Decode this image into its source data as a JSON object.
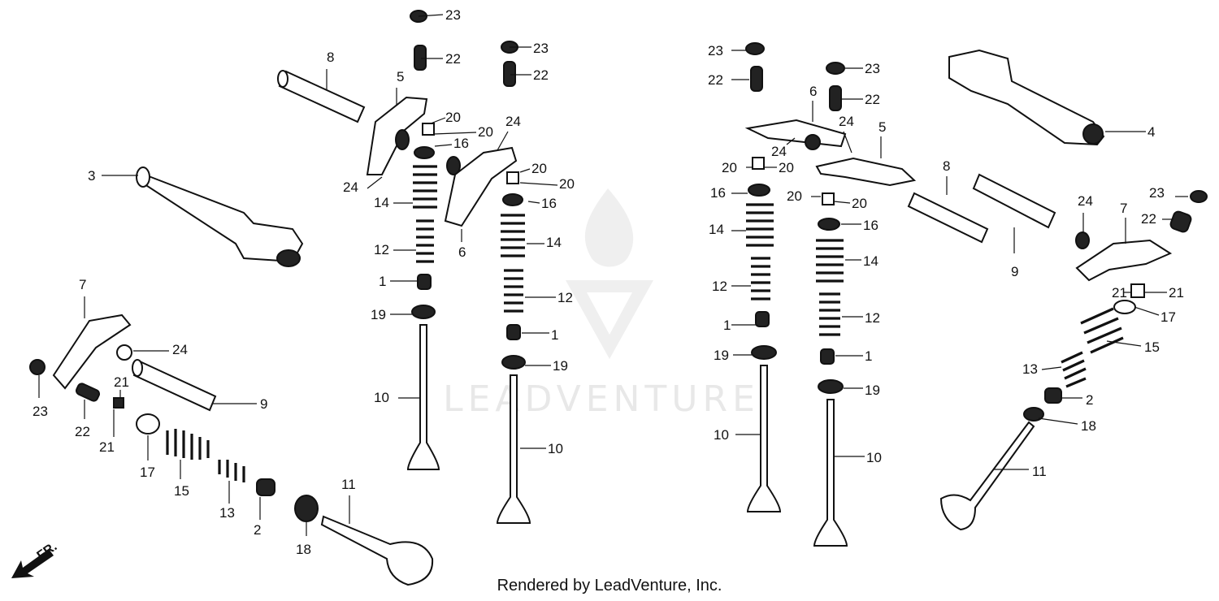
{
  "watermark": {
    "text": "LEADVENTURE"
  },
  "footer": {
    "text": "Rendered by LeadVenture, Inc."
  },
  "direction": {
    "label": "FR."
  },
  "callouts": [
    {
      "text": "23"
    },
    {
      "text": "22"
    },
    {
      "text": "23"
    },
    {
      "text": "22"
    },
    {
      "text": "8"
    },
    {
      "text": "5"
    },
    {
      "text": "20"
    },
    {
      "text": "20"
    },
    {
      "text": "24"
    },
    {
      "text": "16"
    },
    {
      "text": "3"
    },
    {
      "text": "24"
    },
    {
      "text": "20"
    },
    {
      "text": "20"
    },
    {
      "text": "14"
    },
    {
      "text": "16"
    },
    {
      "text": "12"
    },
    {
      "text": "14"
    },
    {
      "text": "6"
    },
    {
      "text": "1"
    },
    {
      "text": "12"
    },
    {
      "text": "19"
    },
    {
      "text": "1"
    },
    {
      "text": "19"
    },
    {
      "text": "10"
    },
    {
      "text": "10"
    },
    {
      "text": "7"
    },
    {
      "text": "24"
    },
    {
      "text": "23"
    },
    {
      "text": "21"
    },
    {
      "text": "9"
    },
    {
      "text": "22"
    },
    {
      "text": "21"
    },
    {
      "text": "17"
    },
    {
      "text": "15"
    },
    {
      "text": "13"
    },
    {
      "text": "2"
    },
    {
      "text": "11"
    },
    {
      "text": "18"
    },
    {
      "text": "23"
    },
    {
      "text": "22"
    },
    {
      "text": "23"
    },
    {
      "text": "22"
    },
    {
      "text": "4"
    },
    {
      "text": "6"
    },
    {
      "text": "24"
    },
    {
      "text": "5"
    },
    {
      "text": "24"
    },
    {
      "text": "20"
    },
    {
      "text": "20"
    },
    {
      "text": "8"
    },
    {
      "text": "16"
    },
    {
      "text": "20"
    },
    {
      "text": "20"
    },
    {
      "text": "24"
    },
    {
      "text": "23"
    },
    {
      "text": "14"
    },
    {
      "text": "16"
    },
    {
      "text": "7"
    },
    {
      "text": "22"
    },
    {
      "text": "14"
    },
    {
      "text": "9"
    },
    {
      "text": "12"
    },
    {
      "text": "21"
    },
    {
      "text": "21"
    },
    {
      "text": "1"
    },
    {
      "text": "12"
    },
    {
      "text": "17"
    },
    {
      "text": "19"
    },
    {
      "text": "15"
    },
    {
      "text": "1"
    },
    {
      "text": "13"
    },
    {
      "text": "19"
    },
    {
      "text": "2"
    },
    {
      "text": "18"
    },
    {
      "text": "10"
    },
    {
      "text": "10"
    },
    {
      "text": "11"
    }
  ]
}
